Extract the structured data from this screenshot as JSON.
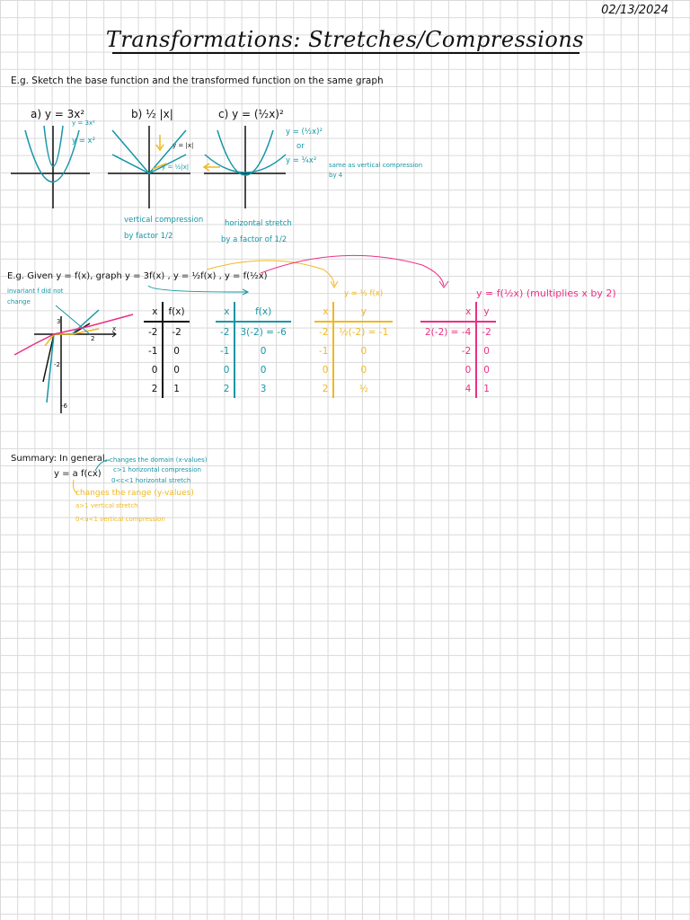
{
  "header": {
    "date": "02/13/2024",
    "title": "Transformations: Stretches/Compressions"
  },
  "example1": {
    "instruction": "E.g. Sketch the base function and the transformed function on the same graph",
    "a": {
      "label": "a) y = 3x²",
      "curve1": "y = 3x²",
      "curve2": "y = x²"
    },
    "b": {
      "label": "b) ½ |x|",
      "curve1": "y = |x|",
      "curve2": "y = ½|x|",
      "note1": "vertical compression",
      "note2": "by factor 1/2"
    },
    "c": {
      "label": "c) y = (½x)²",
      "curve1": "y = (½x)²",
      "or": "or",
      "curve2": "y = ¼x²",
      "same_as1": "same as vertical compression",
      "same_as2": "by 4",
      "note1": "horizontal stretch",
      "note2": "by a factor of 1/2"
    }
  },
  "example2": {
    "statement": "E.g. Given y = f(x), graph y = 3f(x) , y = ½f(x) , y = f(½x)",
    "invariant1": "invariant f did not",
    "invariant2": "change",
    "axis_labels": {
      "y_top": "3",
      "x_right": "2",
      "y_mid": "-2",
      "y_bottom": "-6",
      "x_axis": "x"
    },
    "pink_label": "y = f(½x)   (multiplies x by 2)",
    "yellow_label": "y = ½ f(x)",
    "tables": [
      {
        "color": "black",
        "h1": "x",
        "h2": "f(x)",
        "rows": [
          [
            "-2",
            "-2"
          ],
          [
            "-1",
            "0"
          ],
          [
            "0",
            "0"
          ],
          [
            "2",
            "1"
          ]
        ]
      },
      {
        "color": "teal",
        "h1": "x",
        "h2": "f(x)",
        "rows": [
          [
            "-2",
            "3(-2) = -6"
          ],
          [
            "-1",
            "0"
          ],
          [
            "0",
            "0"
          ],
          [
            "2",
            "3"
          ]
        ]
      },
      {
        "color": "yellow",
        "h1": "x",
        "h2": "y",
        "rows": [
          [
            "-2",
            "½(-2) = -1"
          ],
          [
            "-1",
            "0"
          ],
          [
            "0",
            "0"
          ],
          [
            "2",
            "½"
          ]
        ]
      },
      {
        "color": "pink",
        "h1": "x",
        "h2": "y",
        "rows": [
          [
            "2(-2) = -4",
            "-2"
          ],
          [
            "-2",
            "0"
          ],
          [
            "0",
            "0"
          ],
          [
            "4",
            "1"
          ]
        ]
      }
    ]
  },
  "summary": {
    "heading": "Summary: In general,",
    "formula": "y = a f(cx)",
    "c1": "changes the domain (x-values)",
    "c2": "c>1 horizontal compression",
    "c3": "0<c<1 horizontal stretch",
    "a1": "changes the range (y-values)",
    "a2": "a>1 vertical stretch",
    "a3": "0<a<1 vertical compression"
  },
  "colors": {
    "teal": "#1596a6",
    "yellow": "#f1b81e",
    "pink": "#ec2f86",
    "grid": "#d9d9d9"
  }
}
